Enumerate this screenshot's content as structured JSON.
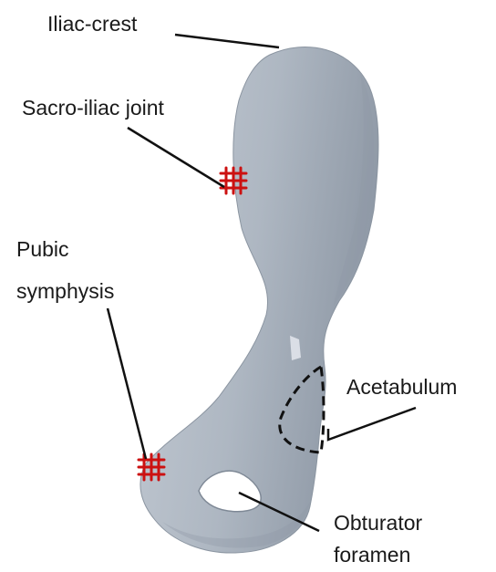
{
  "labels": {
    "iliac_crest": "Iliac-crest",
    "sacro_iliac_joint": "Sacro-iliac joint",
    "pubic_symphysis_line1": "Pubic",
    "pubic_symphysis_line2": "symphysis",
    "acetabulum": "Acetabulum",
    "obturator_line1": "Obturator",
    "obturator_line2": "foramen"
  },
  "colors": {
    "bone": "#aeb7c2",
    "bone_shadow": "#8d97a3",
    "fixation_marker": "#cc1111",
    "leader_line": "#111111"
  },
  "icons": {
    "fixation_marker": "red-cross-hatch-marker"
  }
}
